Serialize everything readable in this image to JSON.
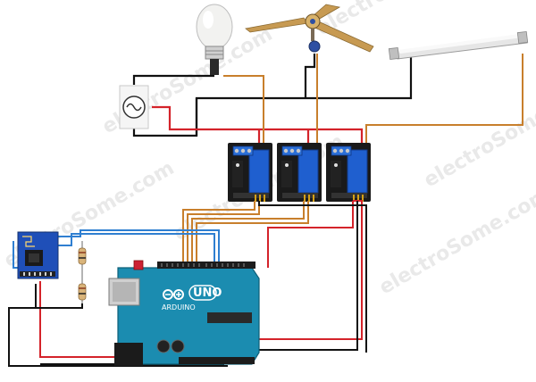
{
  "watermark": "electroSome.com",
  "arduino": {
    "brand": "ARDUINO",
    "model": "UNO",
    "body_color": "#1b8cb0"
  },
  "relays": {
    "count": 3,
    "body_color": "#1f5fcf"
  },
  "wire_colors": {
    "ac_live": "#d4232a",
    "ac_neutral": "#111111",
    "signal": "#c87f2c",
    "data": "#2f7fd1"
  },
  "icons": [
    "ac-source-icon",
    "bulb-icon",
    "ceiling-fan-icon",
    "tube-light-icon",
    "wifi-module-icon",
    "resistor-icon"
  ]
}
